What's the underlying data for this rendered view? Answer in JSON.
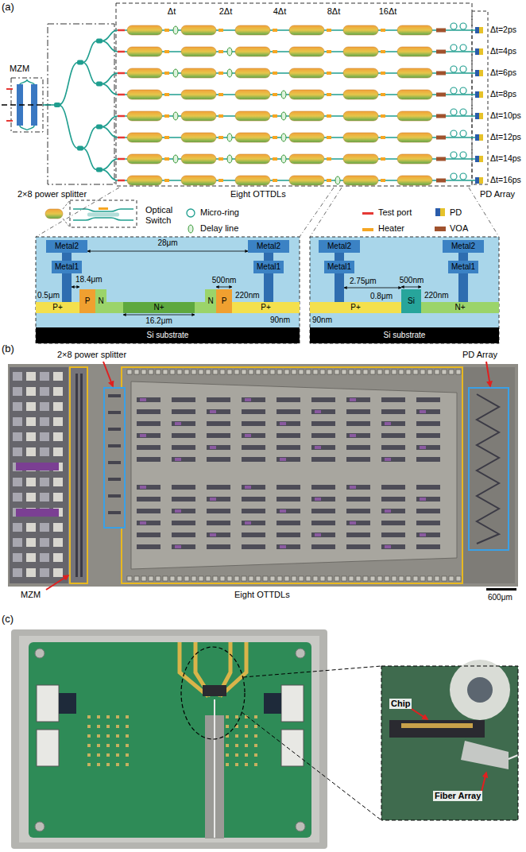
{
  "diagram": {
    "nodes": [
      {
        "text": [
          "Metal2"
        ]
      },
      {
        "text": [
          "Metal1"
        ]
      },
      {
        "text": [
          "Metal2"
        ]
      },
      {
        "text": [
          "Metal1"
        ]
      },
      {
        "text": [
          "P+"
        ]
      },
      {
        "text": [
          "P"
        ]
      },
      {
        "text": [
          "N"
        ]
      },
      {
        "text": [
          "N+"
        ]
      },
      {
        "text": [
          "N"
        ]
      },
      {
        "text": [
          "P"
        ]
      },
      {
        "text": [
          "P+"
        ]
      },
      {
        "text": [
          "Si substrate"
        ]
      },
      {
        "text": [
          "Metal2"
        ]
      },
      {
        "text": [
          "Metal1"
        ]
      },
      {
        "text": [
          "Metal2"
        ]
      },
      {
        "text": [
          "Metal1"
        ]
      },
      {
        "text": [
          "P+"
        ]
      },
      {
        "text": [
          "Si"
        ]
      },
      {
        "text": [
          "N+"
        ]
      },
      {
        "text": [
          "Si substrate"
        ]
      }
    ],
    "labels": [
      "(a)",
      "Δt",
      "2Δt",
      "4Δt",
      "8Δt",
      "16Δt",
      "MZM",
      "Δt=2ps",
      "Δt=4ps",
      "Δt=6ps",
      "Δt=8ps",
      "Δt=10ps",
      "Δt=12ps",
      "Δt=14ps",
      "Δt=16ps",
      "2×8 power splitter",
      "Eight OTTDLs",
      "PD Array",
      "28μm",
      "18.4μm",
      "0.5μm",
      "500nm",
      "220nm",
      "90nm",
      "16.2μm",
      "2.75μm",
      "500nm",
      "0.8μm",
      "220nm",
      "90nm",
      "(b)",
      "2×8 power splitter",
      "PD Array",
      "MZM",
      "Eight OTTDLs",
      "600μm",
      "(c)",
      "Chip",
      "Fiber Array"
    ],
    "legend": [
      {
        "text": "Optical Switch"
      },
      {
        "text": "Micro-ring"
      },
      {
        "text": "Delay line"
      },
      {
        "text": "Test port",
        "color": "#e53935"
      },
      {
        "text": "Heater",
        "color": "#f5a623"
      },
      {
        "text": "PD"
      },
      {
        "text": "VOA",
        "color": "#a0522d"
      }
    ]
  }
}
